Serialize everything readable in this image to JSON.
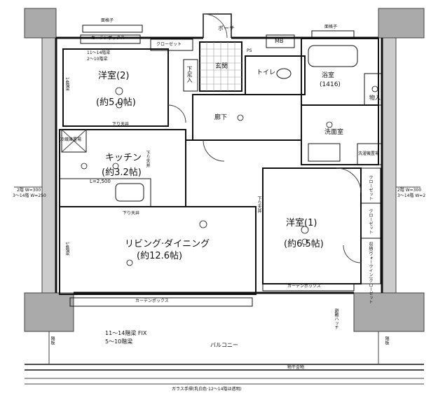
{
  "labels": {
    "western2_name": "洋室(2)",
    "western2_size": "(約5.0帖)",
    "western1_name": "洋室(1)",
    "western1_size": "(約6.5帖)",
    "kitchen_name": "キッチン",
    "kitchen_size": "(約3.2帖)",
    "living_name": "リビング·ダイニング",
    "living_size": "(約12.6帖)",
    "hallway": "廊下",
    "entrance": "玄関",
    "shoe_storage": "下足入",
    "toilet": "トイレ",
    "bathroom": "浴室",
    "bathroom_size": "(1416)",
    "washroom": "洗面室",
    "laundry": "洗濯機置場",
    "storage": "物入",
    "porch": "ポーチ",
    "mb": "MB",
    "ps": "PS",
    "closet": "クローゼット",
    "closet2": "クローゼット",
    "closet3": "クローゼット",
    "closet4": "収納(ウォークイン)クローゼット",
    "fridge": "冷蔵庫置場",
    "curtain_box_top": "カーテンボックス",
    "curtain_box_living": "カーテンボックス",
    "curtain_box_w1": "カーテンボックス",
    "floors_11_14_top": "11〜14階梁",
    "floors_2_10_top": "2〜10階梁",
    "floors_11_14_fix": "11〜14階梁  FIX",
    "floors_5_10": "5〜10階梁",
    "balcony": "バルコニー",
    "handrail": "物干金物",
    "glass_note": "ガラス手摺(乳白色·12〜14階は透明)",
    "grille_top": "面格子",
    "grille_right": "面格子",
    "l_dim": "L=2,500",
    "drop_ceiling": "下り天井",
    "drop_ceiling2": "下り天井",
    "drop_ceiling3": "下り天井",
    "drop_ceiling4": "下り天井",
    "beam_14": "14階梁",
    "beam_14b": "14階梁",
    "left_w": "2階 W=300",
    "left_w2": "3〜14階 W=250",
    "right_w": "2階 W=300",
    "right_w2": "3〜14階 W=2",
    "divider": "隔板",
    "divider2": "隔板",
    "evac": "避難ハッチ"
  }
}
